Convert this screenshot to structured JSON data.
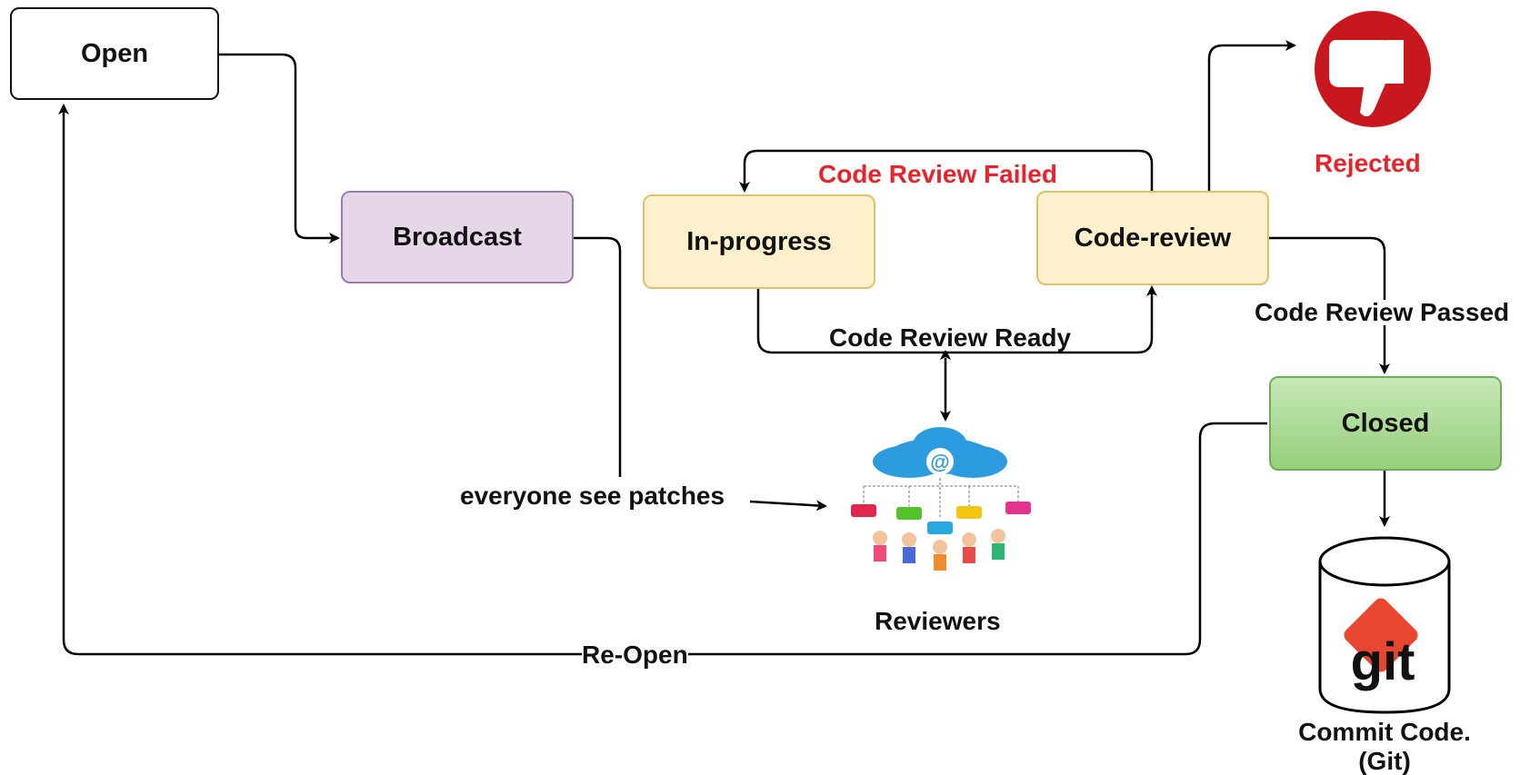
{
  "nodes": {
    "open": "Open",
    "broadcast": "Broadcast",
    "in_progress": "In-progress",
    "code_review": "Code-review",
    "closed": "Closed"
  },
  "edge_labels": {
    "code_review_failed": "Code Review Failed",
    "code_review_ready": "Code Review Ready",
    "code_review_passed": "Code Review Passed",
    "everyone_see_patches": "everyone see patches",
    "re_open": "Re-Open"
  },
  "rejected_label": "Rejected",
  "reviewers_label": "Reviewers",
  "commit_label_line1": "Commit Code.",
  "commit_label_line2": "(Git)",
  "git_logo_text": "git",
  "reviewers_cloud_text": "@",
  "colors": {
    "open_fill": "#ffffff",
    "broadcast_fill": "#e5d6e8",
    "broadcast_border": "#9d7bb0",
    "in_progress_fill": "#fdf0cc",
    "in_progress_border": "#e0c06a",
    "code_review_fill": "#fdf0cc",
    "closed_fill": "#a5d88f",
    "closed_border": "#6fae57",
    "rejected_red": "#c8181e",
    "failed_text": "#e8232b",
    "git_orange": "#e8462f"
  }
}
